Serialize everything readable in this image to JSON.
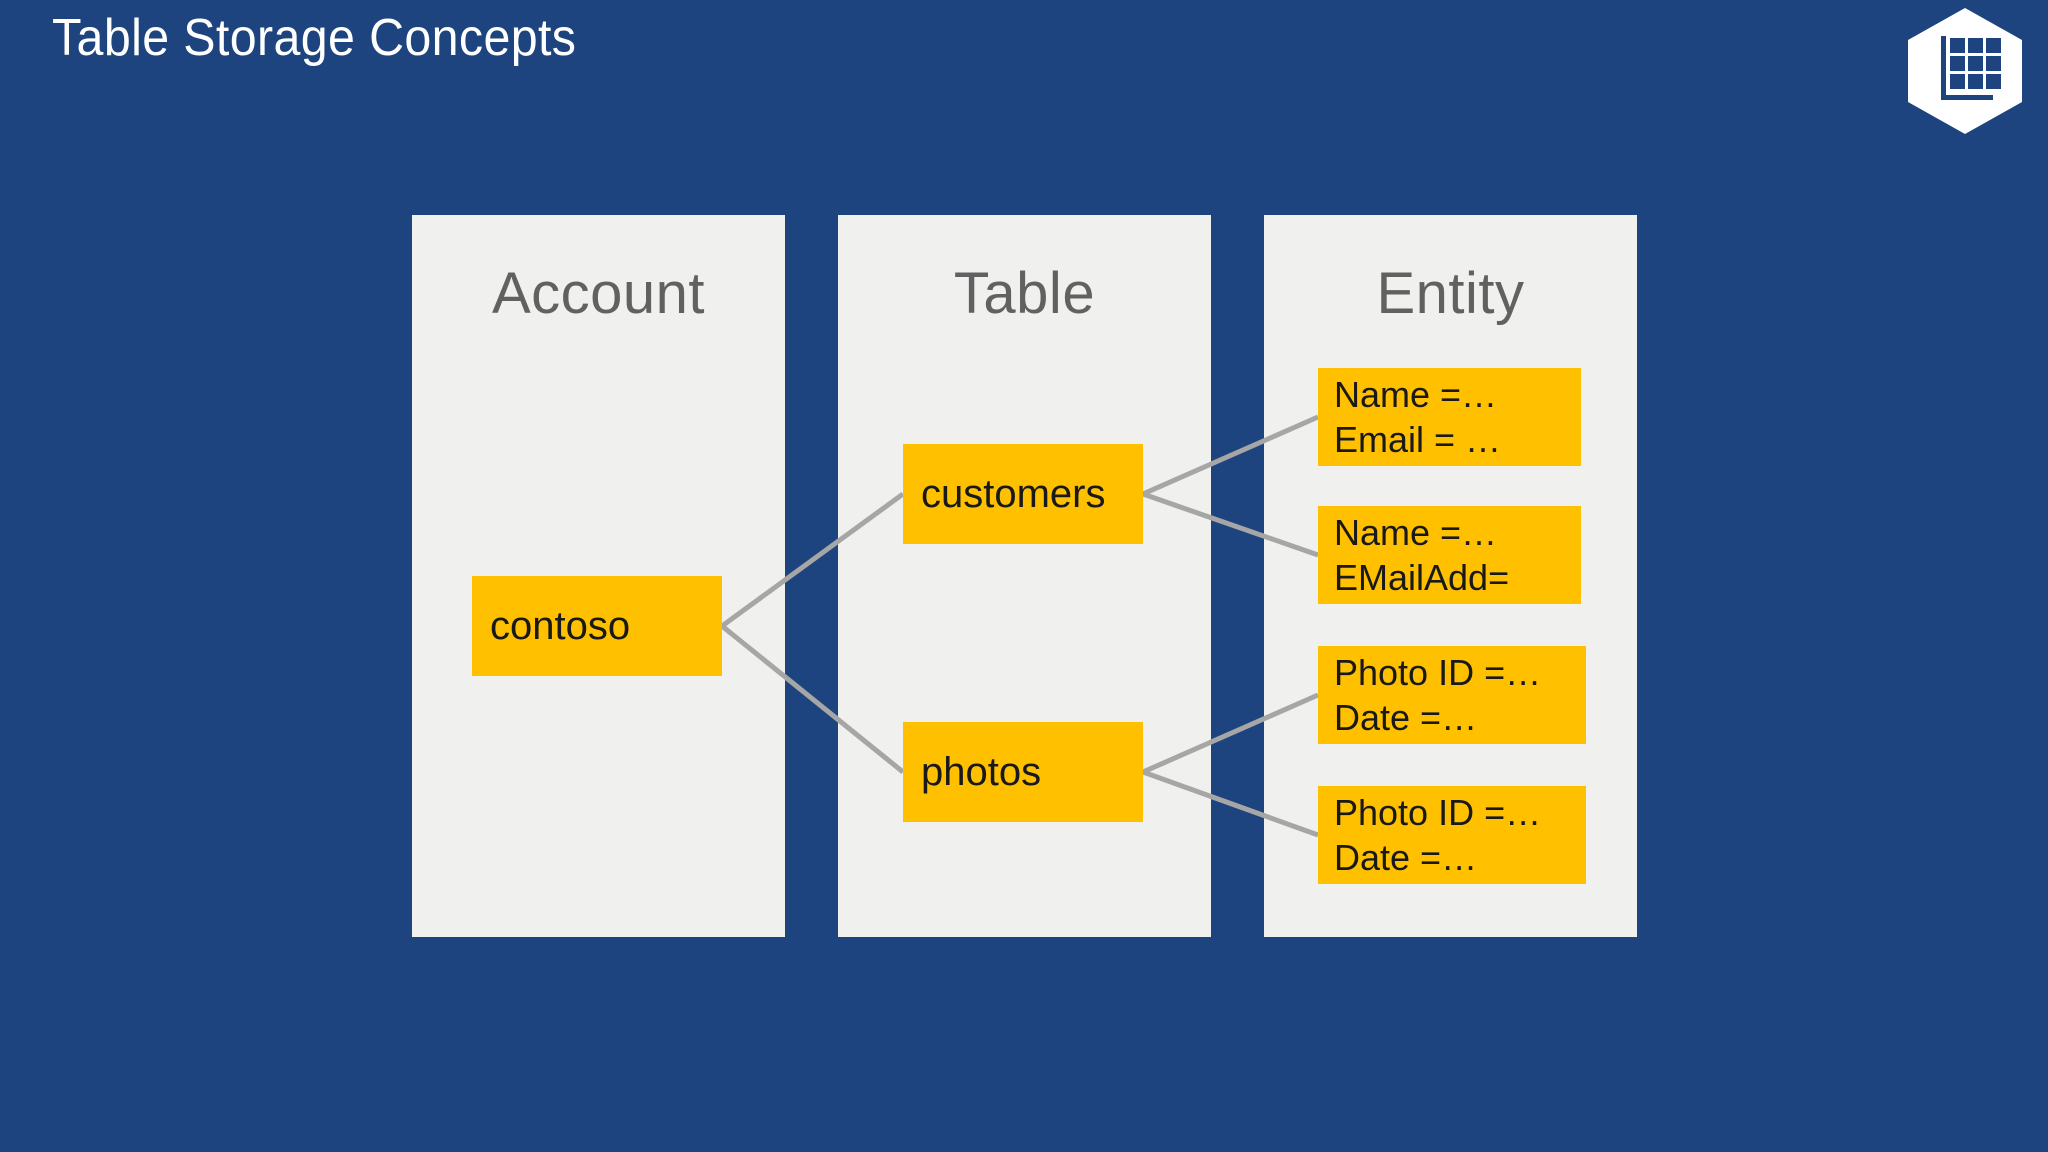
{
  "slide": {
    "title": "Table Storage Concepts",
    "background_color": "#1d447e",
    "panel_color": "#f0f0ee",
    "accent_color": "#ffc000",
    "connector_color": "#a6a6a6",
    "header_text_color": "#616161"
  },
  "logo": {
    "name": "azure-table-storage-hexagon-icon",
    "shape": "hexagon",
    "glyph": "table-grid"
  },
  "columns": [
    {
      "id": "account",
      "header": "Account",
      "boxes": [
        {
          "id": "contoso",
          "lines": [
            "contoso"
          ]
        }
      ]
    },
    {
      "id": "table",
      "header": "Table",
      "boxes": [
        {
          "id": "customers",
          "lines": [
            "customers"
          ]
        },
        {
          "id": "photos",
          "lines": [
            "photos"
          ]
        }
      ]
    },
    {
      "id": "entity",
      "header": "Entity",
      "boxes": [
        {
          "id": "entity-0",
          "lines": [
            "Name =…",
            "Email = …"
          ]
        },
        {
          "id": "entity-1",
          "lines": [
            "Name =…",
            "EMailAdd="
          ]
        },
        {
          "id": "entity-2",
          "lines": [
            "Photo ID =…",
            "Date =…"
          ]
        },
        {
          "id": "entity-3",
          "lines": [
            "Photo ID =…",
            "Date =…"
          ]
        }
      ]
    }
  ],
  "connections": [
    {
      "from": "contoso",
      "to": "customers"
    },
    {
      "from": "contoso",
      "to": "photos"
    },
    {
      "from": "customers",
      "to": "entity-0"
    },
    {
      "from": "customers",
      "to": "entity-1"
    },
    {
      "from": "photos",
      "to": "entity-2"
    },
    {
      "from": "photos",
      "to": "entity-3"
    }
  ]
}
